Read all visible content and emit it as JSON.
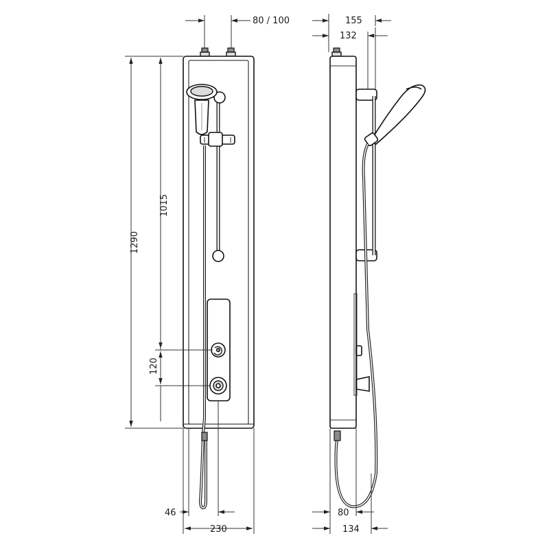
{
  "dimensions": {
    "top_spacing": "80 / 100",
    "total_depth": "155",
    "panel_depth": "132",
    "panel_height": "1290",
    "rail_height": "1015",
    "control_spacing": "120",
    "hose_offset_front": "46",
    "panel_width": "230",
    "hose_offset_side": "80",
    "base_depth": "134"
  }
}
